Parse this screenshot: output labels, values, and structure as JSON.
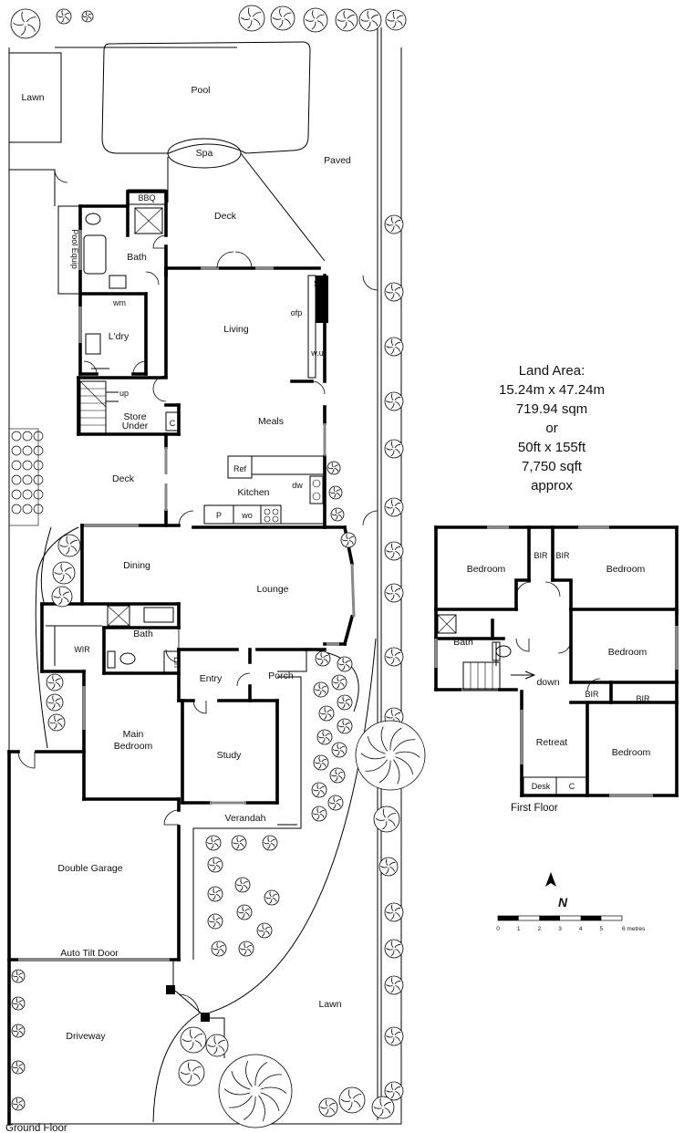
{
  "labels": {
    "lawn_top": "Lawn",
    "pool": "Pool",
    "spa": "Spa",
    "paved": "Paved",
    "bbq": "BBQ",
    "deck_top": "Deck",
    "pool_equip": "Pool Equip",
    "bath_ground_rear": "Bath",
    "wm": "wm",
    "laundry": "L'dry",
    "living": "Living",
    "ofp": "ofp",
    "s": "S",
    "wu": "w.u",
    "up": "up",
    "store_line1": "Store",
    "store_line2": "Under",
    "c_ground": "C",
    "meals": "Meals",
    "deck_mid": "Deck",
    "ref": "Ref",
    "dw": "dw",
    "kitchen": "Kitchen",
    "p": "P",
    "wo": "wo",
    "dining": "Dining",
    "lounge": "Lounge",
    "wir": "WIR",
    "bath_ground_front": "Bath",
    "lin": "Lin",
    "entry": "Entry",
    "porch": "Porch",
    "main_bedroom_line1": "Main",
    "main_bedroom_line2": "Bedroom",
    "study": "Study",
    "verandah": "Verandah",
    "double_garage": "Double Garage",
    "auto_tilt_door": "Auto Tilt Door",
    "driveway": "Driveway",
    "lawn_front": "Lawn",
    "ground_floor": "Ground Floor",
    "ff_bedroom_1": "Bedroom",
    "ff_bir_1": "BIR",
    "ff_bir_2": "BIR",
    "ff_bedroom_2": "Bedroom",
    "ff_bath": "Bath",
    "ff_bedroom_3": "Bedroom",
    "down": "down",
    "ff_bir_3": "BIR",
    "ff_bir_4": "BIR",
    "retreat": "Retreat",
    "ff_bedroom_4": "Bedroom",
    "desk": "Desk",
    "c_first": "C",
    "first_floor": "First Floor"
  },
  "land_area": {
    "title": "Land Area:",
    "metric_dims": "15.24m x 47.24m",
    "metric_area": "719.94 sqm",
    "or": "or",
    "imperial_dims": "50ft x 155ft",
    "imperial_area": "7,750 sqft",
    "approx": "approx"
  },
  "compass": {
    "north": "N"
  },
  "scale_bar": {
    "ticks": [
      "0",
      "1",
      "2",
      "3",
      "4",
      "5",
      "6 metres"
    ]
  }
}
